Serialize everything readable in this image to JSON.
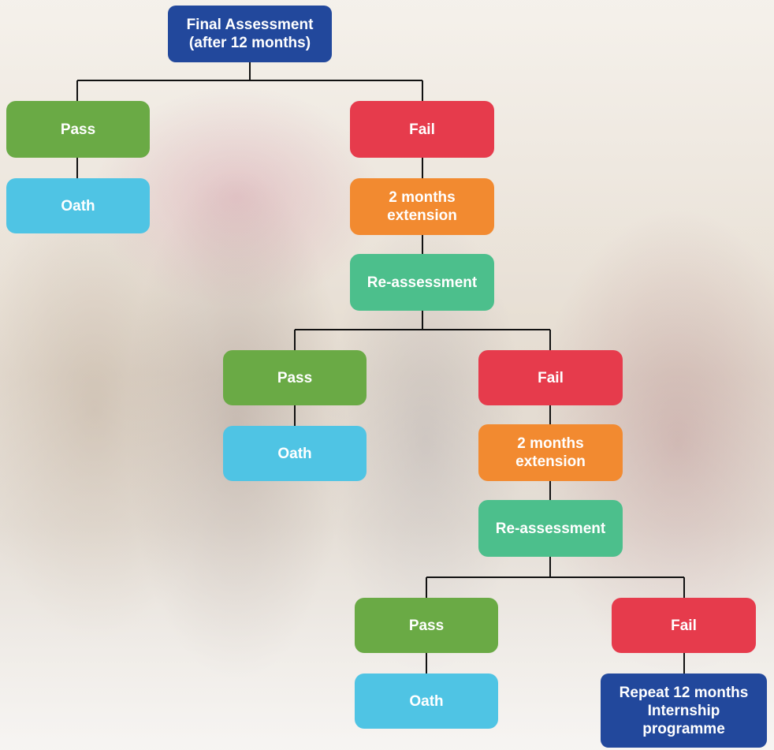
{
  "flowchart": {
    "root": {
      "line1": "Final Assessment",
      "line2": "(after 12 months)"
    },
    "level1": {
      "pass": "Pass",
      "oath": "Oath",
      "fail": "Fail",
      "extension": {
        "line1": "2 months",
        "line2": "extension"
      },
      "reassessment": "Re-assessment"
    },
    "level2": {
      "pass": "Pass",
      "oath": "Oath",
      "fail": "Fail",
      "extension": {
        "line1": "2 months",
        "line2": "extension"
      },
      "reassessment": "Re-assessment"
    },
    "level3": {
      "pass": "Pass",
      "oath": "Oath",
      "fail": "Fail",
      "repeat": {
        "line1": "Repeat 12 months",
        "line2": "Internship",
        "line3": "programme"
      }
    }
  },
  "colors": {
    "pass": "#6aaa45",
    "fail": "#e63b4c",
    "oath": "#4fc4e4",
    "extension": "#f28a30",
    "reassessment": "#4cbf8c",
    "root": "#22489c",
    "connector": "#111111"
  }
}
